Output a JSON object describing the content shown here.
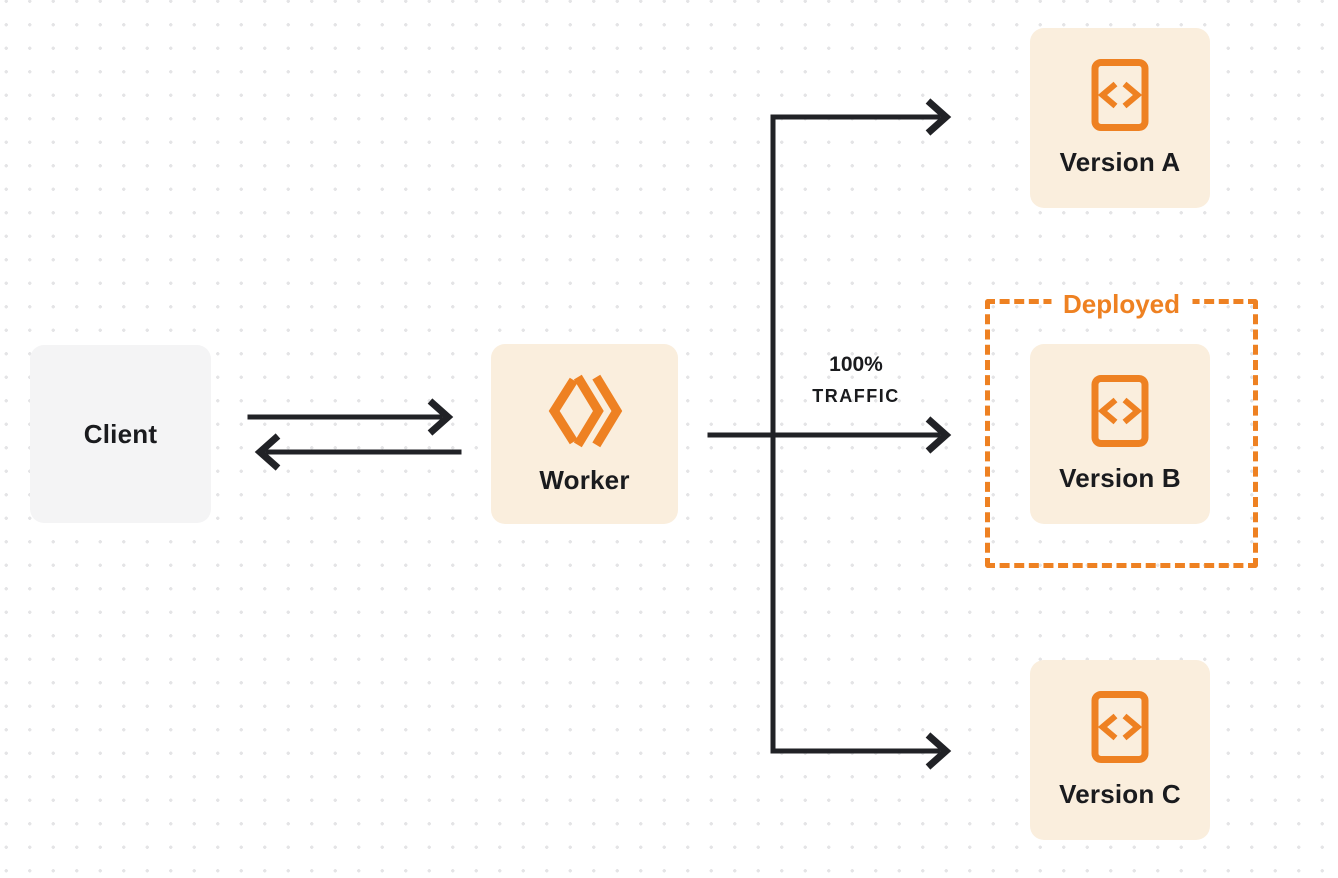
{
  "diagram": {
    "nodes": {
      "client": {
        "label": "Client"
      },
      "worker": {
        "label": "Worker"
      },
      "version_a": {
        "label": "Version A"
      },
      "version_b": {
        "label": "Version B"
      },
      "version_c": {
        "label": "Version C"
      }
    },
    "group": {
      "label": "Deployed"
    },
    "traffic": {
      "percent": "100%",
      "word": "TRAFFIC"
    },
    "colors": {
      "accent": "#EE8122",
      "node_cream": "#FAEEDD",
      "node_gray": "#F4F4F5",
      "line": "#212226",
      "text": "#1A1B1E",
      "background": "#FFFFFF",
      "dot": "#E4E4E6"
    }
  }
}
